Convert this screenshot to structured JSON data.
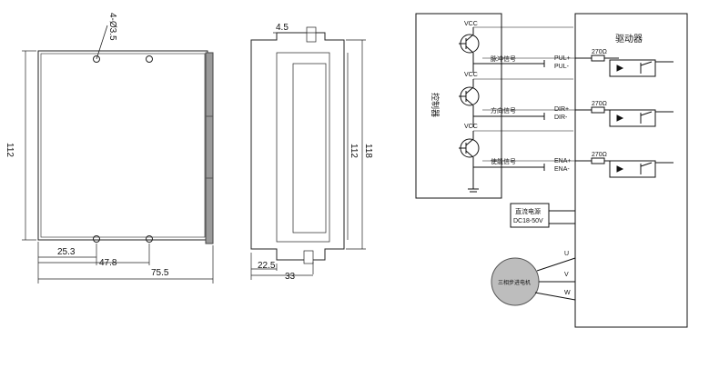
{
  "mechanical": {
    "front": {
      "hole_label": "4-Ø3.5",
      "height_label": "112",
      "hole_offset_label": "25.3",
      "hole_spacing_label": "47.8",
      "width_label": "75.5"
    },
    "side": {
      "top_label": "4.5",
      "inner_height_label": "112",
      "outer_height_label": "118",
      "bottom_offset_label": "22.5",
      "depth_label": "33"
    }
  },
  "wiring": {
    "controller_label": "控制器",
    "driver_label": "驱动器",
    "vcc_labels": [
      "VCC",
      "VCC",
      "VCC"
    ],
    "signals": [
      {
        "name": "脉冲信号",
        "plus": "PUL+",
        "minus": "PUL-",
        "resistor": "270Ω"
      },
      {
        "name": "方向信号",
        "plus": "DIR+",
        "minus": "DIR-",
        "resistor": "270Ω"
      },
      {
        "name": "使能信号",
        "plus": "ENA+",
        "minus": "ENA-",
        "resistor": "270Ω"
      }
    ],
    "power_supply": {
      "title": "直流电源",
      "spec": "DC18-50V"
    },
    "motor": {
      "label": "三相步进电机",
      "phases": [
        "U",
        "V",
        "W"
      ]
    }
  }
}
